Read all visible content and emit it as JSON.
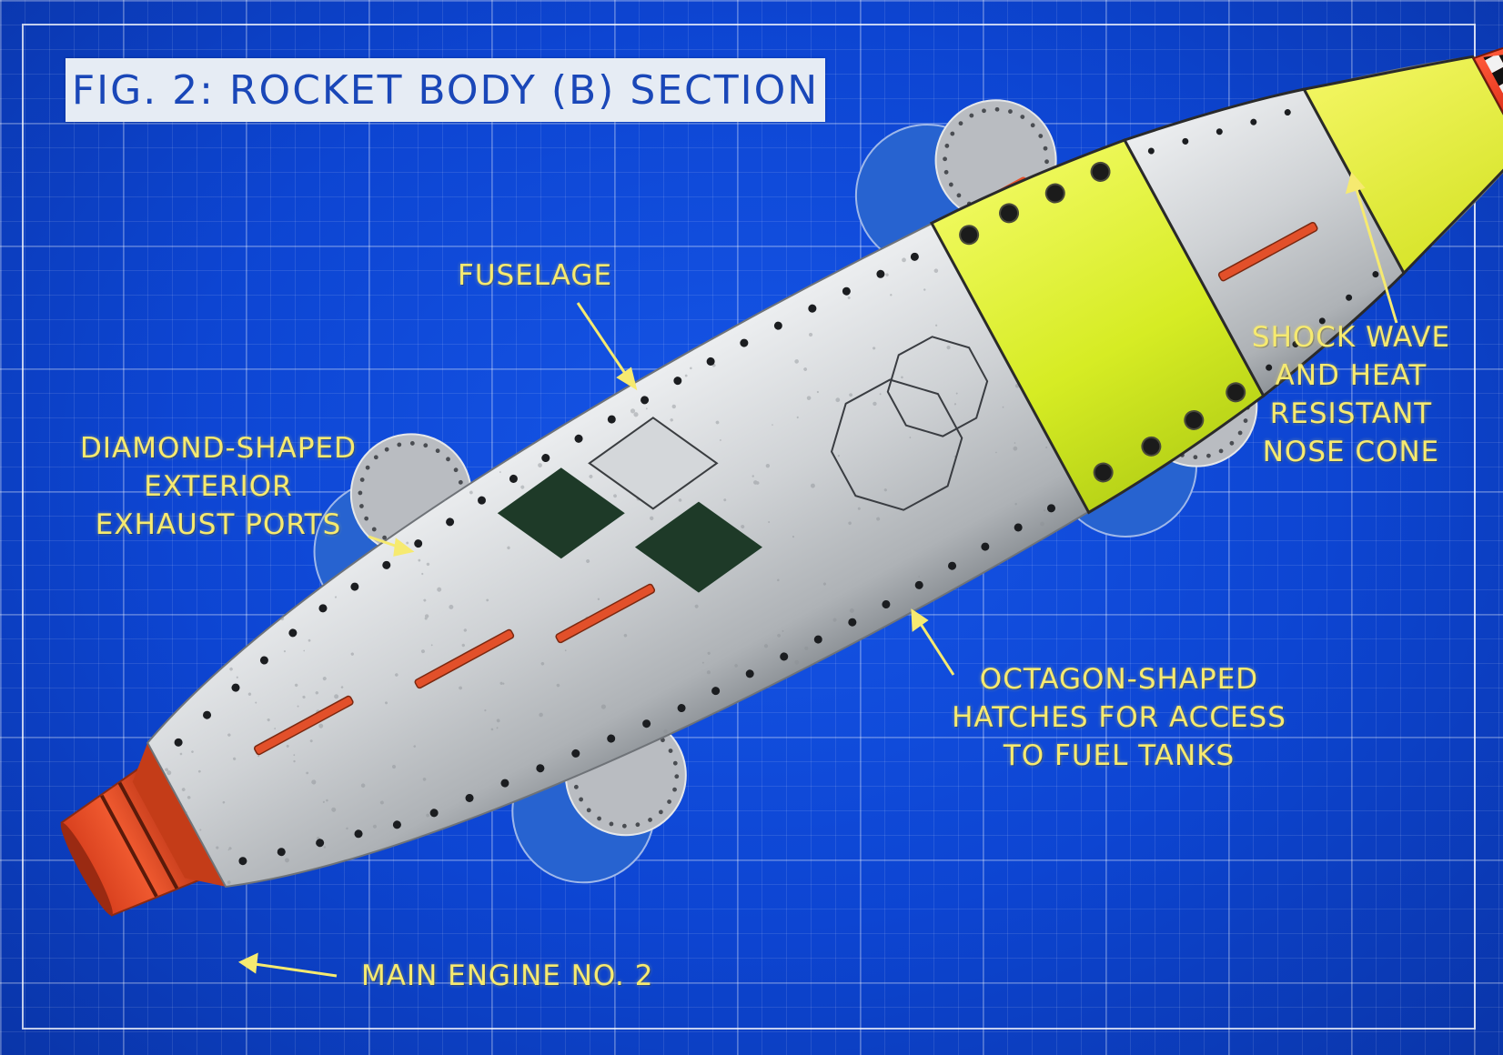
{
  "title": "FIG. 2: ROCKET BODY (B) SECTION",
  "labels": {
    "fuselage": [
      "FUSELAGE"
    ],
    "exhaust_ports": [
      "DIAMOND-SHAPED",
      "EXTERIOR",
      "EXHAUST PORTS"
    ],
    "nose_cone": [
      "SHOCK WAVE",
      "AND HEAT",
      "RESISTANT",
      "NOSE CONE"
    ],
    "hatches": [
      "OCTAGON-SHAPED",
      "HATCHES FOR ACCESS",
      "TO FUEL TANKS"
    ],
    "engine": [
      "MAIN ENGINE NO. 2"
    ]
  },
  "colors": {
    "background": "#0d45d2",
    "label_yellow": "#f6ea70",
    "title_text": "#1a47b8",
    "fuselage_silver": "#c9ccd0",
    "band_yellow": "#ddf02a",
    "nose_red": "#e8361e",
    "engine_red": "#e54a25",
    "fin_blue": "#2a64cc",
    "diamond_dark": "#1f3a28"
  }
}
